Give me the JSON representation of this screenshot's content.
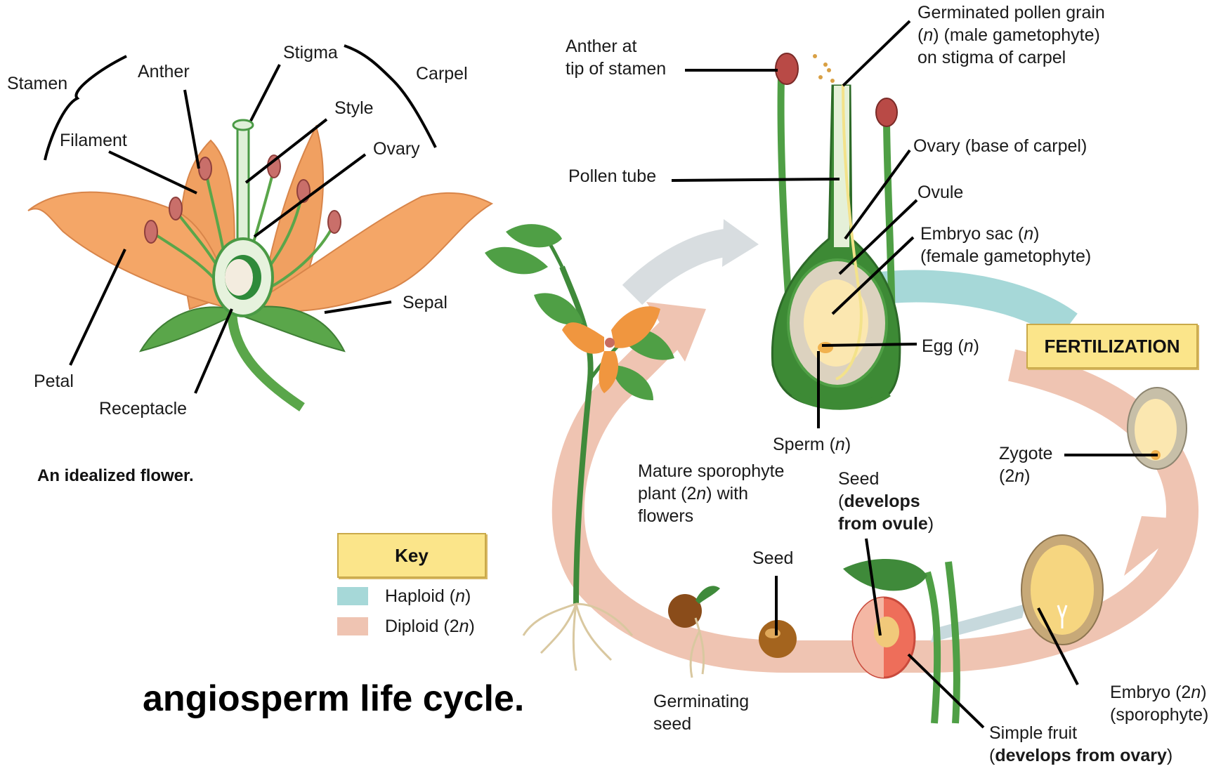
{
  "colors": {
    "haploid": "#a6d8d8",
    "diploid": "#efc4b2",
    "key_box": "#fbe58a"
  },
  "flower": {
    "labels": {
      "stamen": "Stamen",
      "anther": "Anther",
      "stigma": "Stigma",
      "carpel": "Carpel",
      "style": "Style",
      "filament": "Filament",
      "ovary": "Ovary",
      "sepal": "Sepal",
      "petal": "Petal",
      "receptacle": "Receptacle"
    },
    "caption": "An idealized flower."
  },
  "title": "angiosperm life cycle.",
  "key": {
    "title": "Key",
    "haploid_text": "Haploid (",
    "haploid_var": "n",
    "diploid_text": "Diploid (2",
    "diploid_var": "n",
    "close": ")"
  },
  "cycle": {
    "anther_tip_1": "Anther at",
    "anther_tip_2": "tip of stamen",
    "pollen_1": "Germinated pollen grain",
    "pollen_2_var": "n",
    "pollen_2_rest": ") (male gametophyte)",
    "pollen_3": "on stigma of carpel",
    "pollen_tube": "Pollen tube",
    "ovary_base": "Ovary (base of carpel)",
    "ovule": "Ovule",
    "embryo_sac": "Embryo sac (",
    "embryo_sac_var": "n",
    "female_gam": "(female gametophyte)",
    "egg": "Egg (",
    "egg_var": "n",
    "fertilization": "FERTILIZATION",
    "sperm": "Sperm (",
    "sperm_var": "n",
    "zygote_1": "Zygote",
    "zygote_2": "(2",
    "zygote_var": "n",
    "mature_1": "Mature sporophyte",
    "mature_2": "plant (2",
    "mature_var": "n",
    "mature_2b": ") with",
    "mature_3": "flowers",
    "seed_ovule_1": "Seed",
    "seed_ovule_2": "develops",
    "seed_ovule_3": "from ovule",
    "seed": "Seed",
    "germinating_1": "Germinating",
    "germinating_2": "seed",
    "embryo_1": "Embryo (2",
    "embryo_var": "n",
    "embryo_2": "(sporophyte)",
    "fruit_1": "Simple fruit",
    "fruit_2": "develops from ovary"
  }
}
